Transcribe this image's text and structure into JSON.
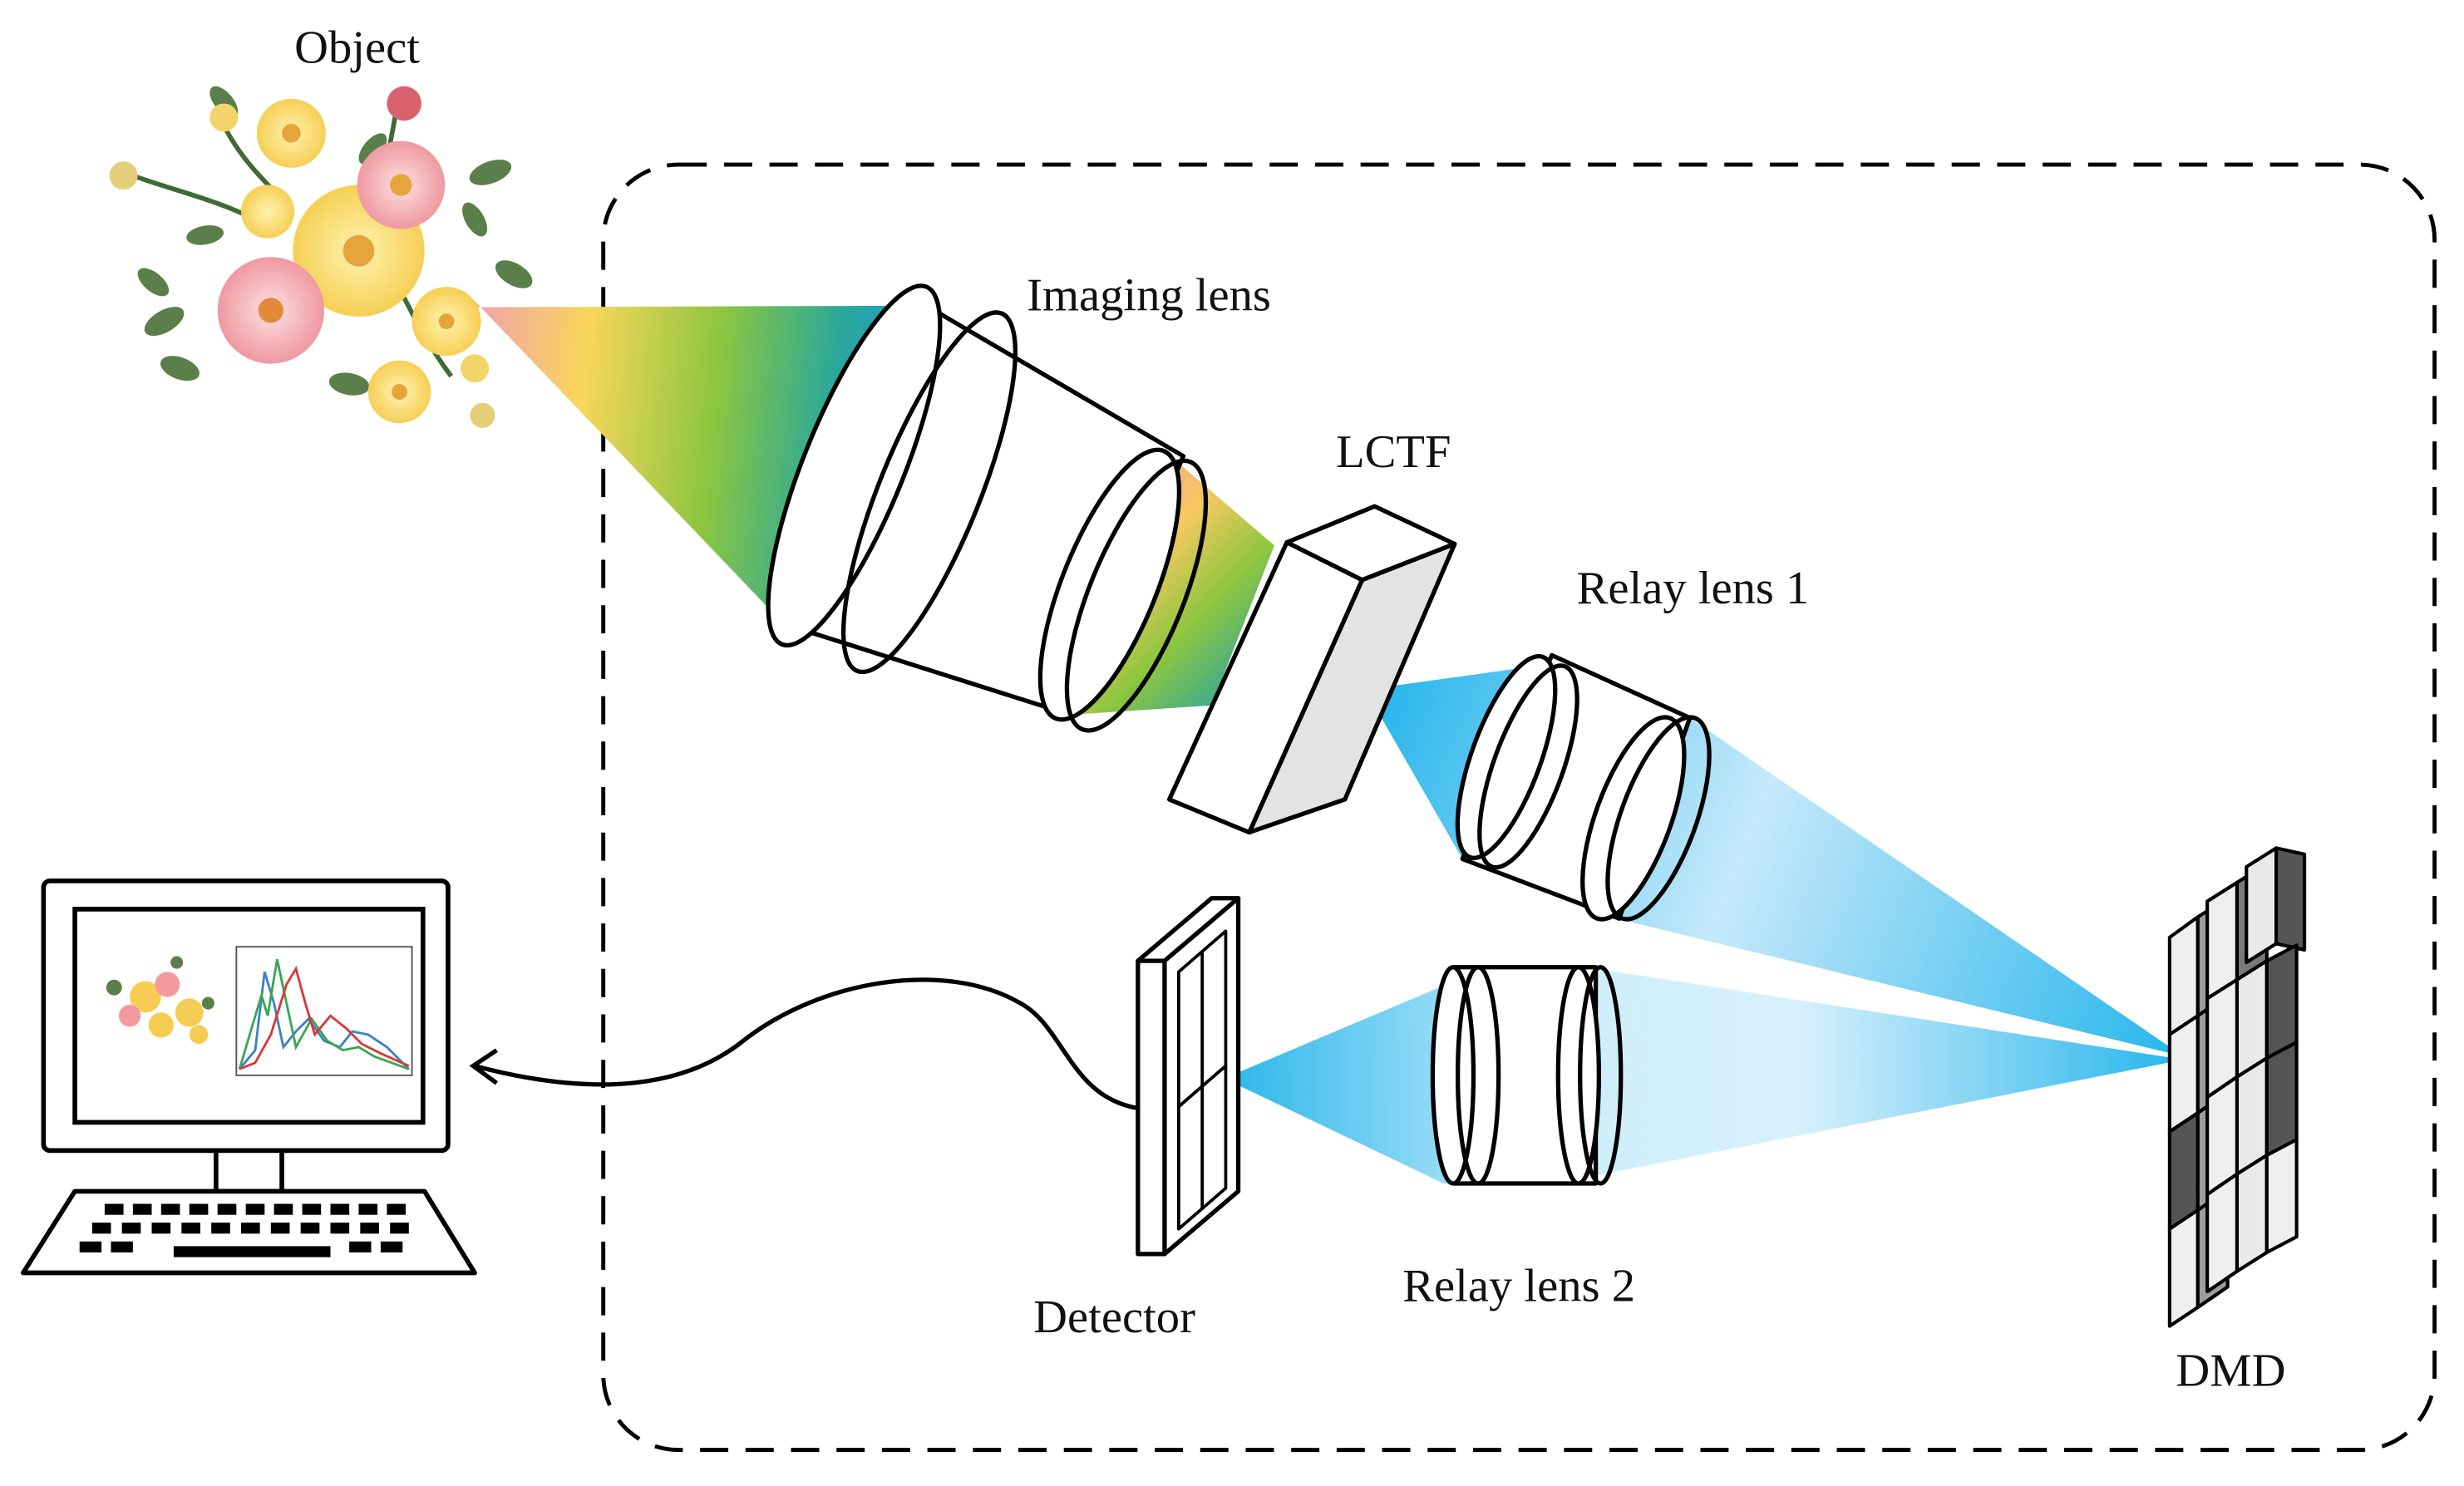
{
  "labels": {
    "object": "Object",
    "imaging_lens": "Imaging lens",
    "lctf": "LCTF",
    "relay_lens_1": "Relay lens 1",
    "relay_lens_2": "Relay lens 2",
    "detector": "Detector",
    "dmd": "DMD"
  },
  "colors": {
    "ink": "#000000",
    "light_blue": "#29b6ec",
    "pale_blue": "#d2eefb",
    "lctf_side": "#e3e3e3",
    "dmd_dark": "#555555",
    "dmd_light": "#e9e9e9",
    "flower_yellow": "#f7d65a",
    "flower_pink": "#f29aa0",
    "leaf_green": "#5a7f4a"
  },
  "icons": {
    "object": "flower-bouquet-icon",
    "computer": "desktop-computer-icon",
    "keyboard": "keyboard-icon"
  }
}
